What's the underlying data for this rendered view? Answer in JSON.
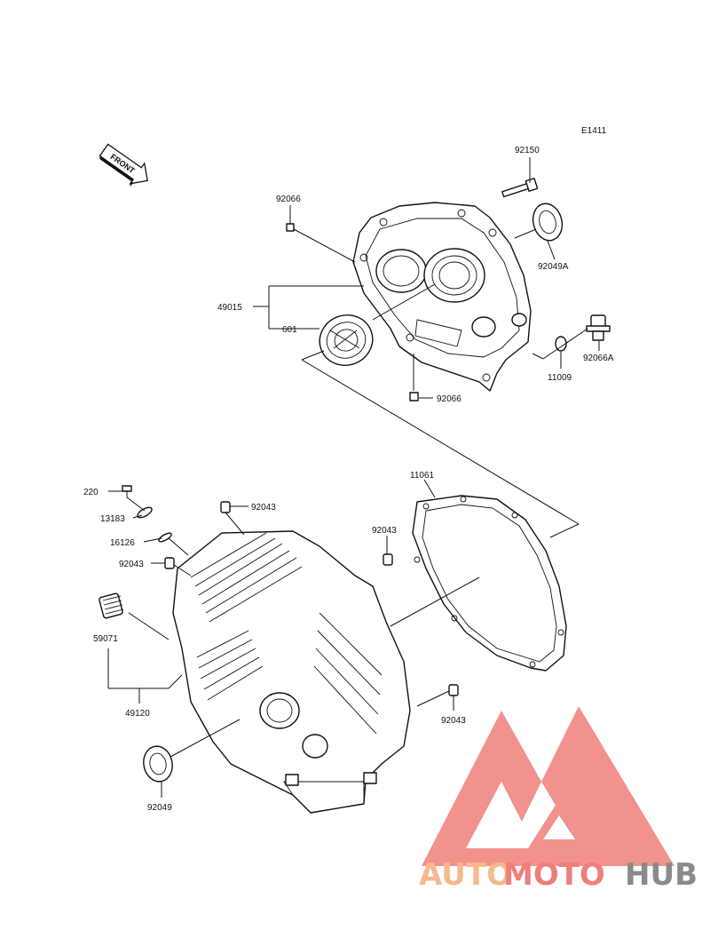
{
  "diagram": {
    "code": "E1411",
    "front_label": "FRONT",
    "parts": [
      {
        "id": "p92150",
        "number": "92150"
      },
      {
        "id": "p92066_top",
        "number": "92066"
      },
      {
        "id": "p92049A",
        "number": "92049A"
      },
      {
        "id": "p49015",
        "number": "49015"
      },
      {
        "id": "p601",
        "number": "601"
      },
      {
        "id": "p92066A",
        "number": "92066A"
      },
      {
        "id": "p11009",
        "number": "11009"
      },
      {
        "id": "p92066_bottom",
        "number": "92066"
      },
      {
        "id": "p11061",
        "number": "11061"
      },
      {
        "id": "p220",
        "number": "220"
      },
      {
        "id": "p92043_a",
        "number": "92043"
      },
      {
        "id": "p13183",
        "number": "13183"
      },
      {
        "id": "p92043_b",
        "number": "92043"
      },
      {
        "id": "p16126",
        "number": "16126"
      },
      {
        "id": "p92043_c",
        "number": "92043"
      },
      {
        "id": "p59071",
        "number": "59071"
      },
      {
        "id": "p49120",
        "number": "49120"
      },
      {
        "id": "p92043_d",
        "number": "92043"
      },
      {
        "id": "p92049",
        "number": "92049"
      }
    ]
  },
  "watermark": {
    "part1": "AUTO",
    "part2": "MOTO",
    "part3": "HUB",
    "color_light": "#f6b98c",
    "color_accent": "#ef7f7a",
    "color_dark": "#8a8a8a"
  }
}
